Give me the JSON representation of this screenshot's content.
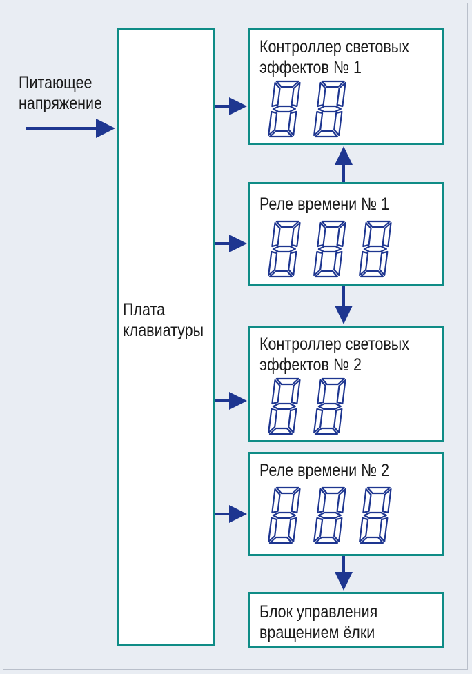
{
  "supply": {
    "line1": "Питающее",
    "line2": "напряжение"
  },
  "keyboard": {
    "line1": "Плата",
    "line2": "клавиатуры"
  },
  "blocks": [
    {
      "line1": "Контроллер световых",
      "line2": "эффектов № 1",
      "digits": 2
    },
    {
      "line1": "Реле времени № 1",
      "digits": 3
    },
    {
      "line1": "Контроллер световых",
      "line2": "эффектов № 2",
      "digits": 2
    },
    {
      "line1": "Реле времени № 2",
      "digits": 3
    }
  ],
  "rotation": {
    "line1": "Блок управления",
    "line2": "вращением ёлки"
  },
  "colors": {
    "border": "#0f8c86",
    "arrow": "#1e3690",
    "digit": "#1e3690",
    "background": "#e9edf3"
  }
}
